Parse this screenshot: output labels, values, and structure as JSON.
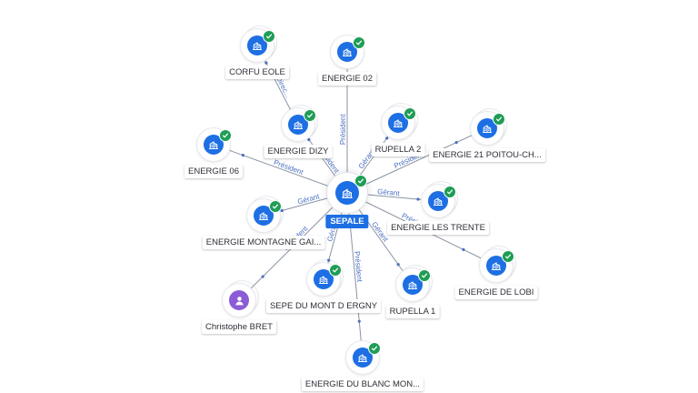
{
  "colors": {
    "node": "#1d6fe3",
    "person": "#8b5cd6",
    "check": "#1f9d55",
    "edge": "#8a93a3",
    "edge_label": "#4b6fc2"
  },
  "center": {
    "name": "SEPALE",
    "icon": "building-icon"
  },
  "nodes": [
    {
      "id": "corfu-eole",
      "name": "CORFU EOLE",
      "icon": "building-icon",
      "verified": true
    },
    {
      "id": "energie-02",
      "name": "ENERGIE 02",
      "icon": "building-icon",
      "verified": true
    },
    {
      "id": "energie-dizy",
      "name": "ENERGIE DIZY",
      "icon": "building-icon",
      "verified": true
    },
    {
      "id": "rupella-2",
      "name": "RUPELLA 2",
      "icon": "building-icon",
      "verified": true
    },
    {
      "id": "energie-21",
      "name": "ENERGIE 21 POITOU-CH...",
      "icon": "building-icon",
      "verified": true
    },
    {
      "id": "energie-06",
      "name": "ENERGIE 06",
      "icon": "building-icon",
      "verified": true
    },
    {
      "id": "energie-les-trente",
      "name": "ENERGIE LES TRENTE",
      "icon": "building-icon",
      "verified": true
    },
    {
      "id": "energie-montagne",
      "name": "ENERGIE MONTAGNE GAI...",
      "icon": "building-icon",
      "verified": true
    },
    {
      "id": "energie-de-lobi",
      "name": "ENERGIE DE LOBI",
      "icon": "building-icon",
      "verified": true
    },
    {
      "id": "sepe-du-mont",
      "name": "SEPE DU MONT D ERGNY",
      "icon": "building-icon",
      "verified": true
    },
    {
      "id": "rupella-1",
      "name": "RUPELLA 1",
      "icon": "building-icon",
      "verified": true
    },
    {
      "id": "christophe-bret",
      "name": "Christophe BRET",
      "icon": "person-icon",
      "verified": false
    },
    {
      "id": "energie-du-blanc",
      "name": "ENERGIE DU BLANC MON...",
      "icon": "building-icon",
      "verified": true
    }
  ],
  "edges": [
    {
      "from": "energie-dizy",
      "to": "corfu-eole",
      "label": "Direc..."
    },
    {
      "from": "center",
      "to": "energie-02",
      "label": "Président"
    },
    {
      "from": "center",
      "to": "energie-dizy",
      "label": "Président"
    },
    {
      "from": "center",
      "to": "rupella-2",
      "label": "Gérant"
    },
    {
      "from": "center",
      "to": "energie-21",
      "label": "Président"
    },
    {
      "from": "center",
      "to": "energie-06",
      "label": "Président"
    },
    {
      "from": "center",
      "to": "energie-les-trente",
      "label": "Gérant"
    },
    {
      "from": "center",
      "to": "energie-montagne",
      "label": "Gérant"
    },
    {
      "from": "center",
      "to": "energie-de-lobi",
      "label": "Président"
    },
    {
      "from": "center",
      "to": "sepe-du-mont",
      "label": "Gérant"
    },
    {
      "from": "center",
      "to": "rupella-1",
      "label": "Gérant"
    },
    {
      "from": "center",
      "to": "christophe-bret",
      "label": "Président"
    },
    {
      "from": "center",
      "to": "energie-du-blanc",
      "label": "Président"
    }
  ]
}
